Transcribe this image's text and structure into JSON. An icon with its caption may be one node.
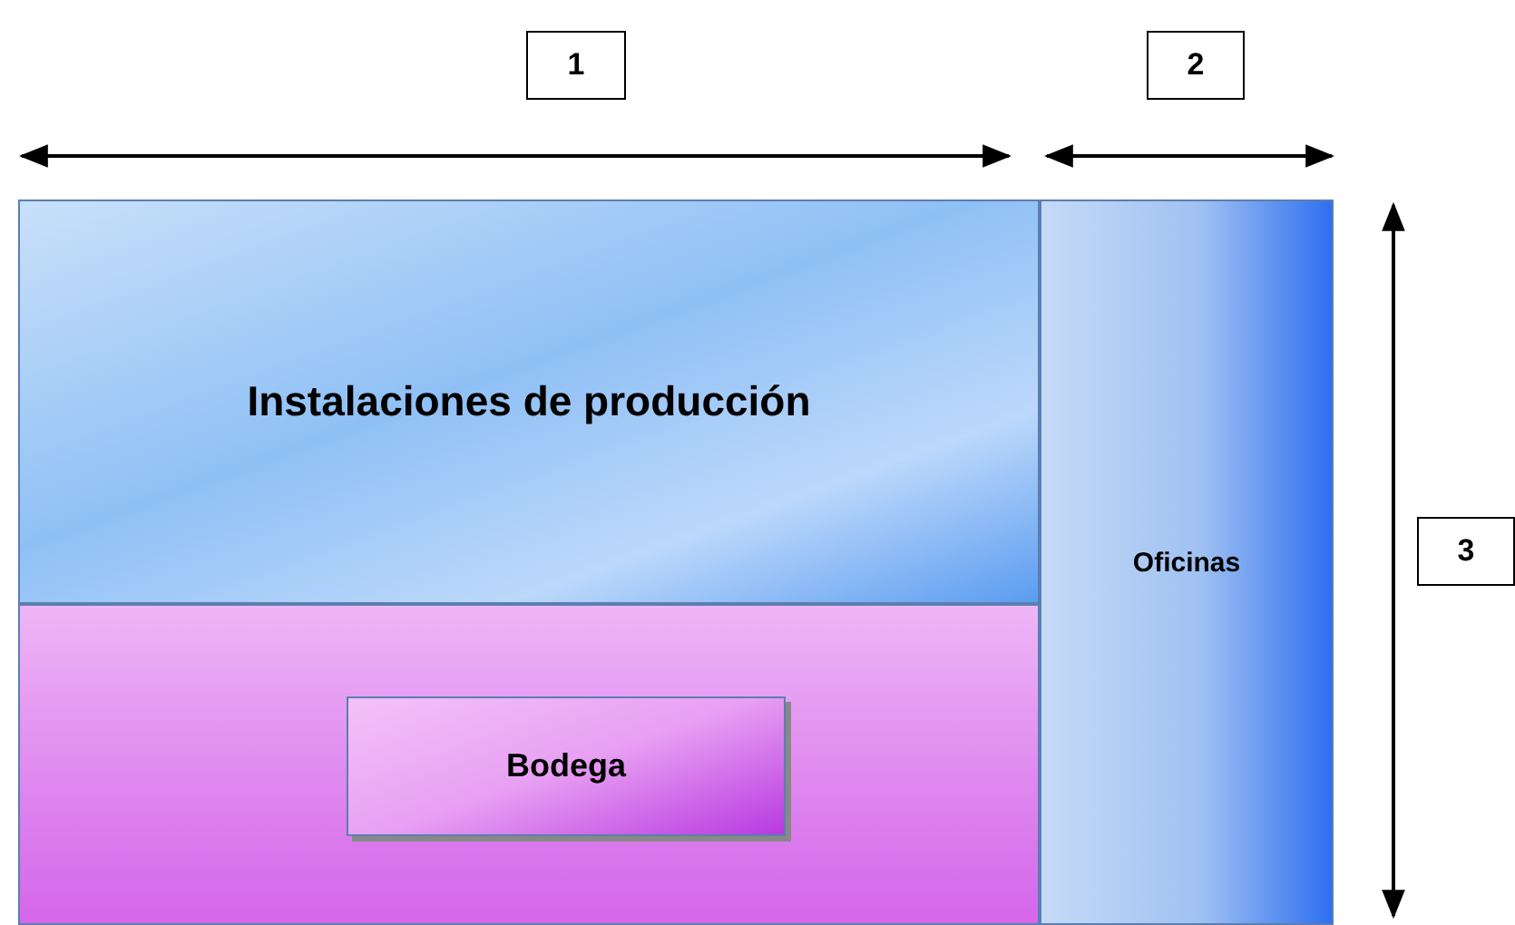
{
  "diagram": {
    "nodes": [
      {
        "text": [
          "Instalaciones de producción"
        ]
      },
      {
        "text": [],
        "shape": "box"
      },
      {
        "text": [
          "Bodega"
        ],
        "in": 1
      },
      {
        "text": [
          "Oficinas"
        ]
      }
    ],
    "labels": [
      "1",
      "2",
      "3"
    ]
  }
}
